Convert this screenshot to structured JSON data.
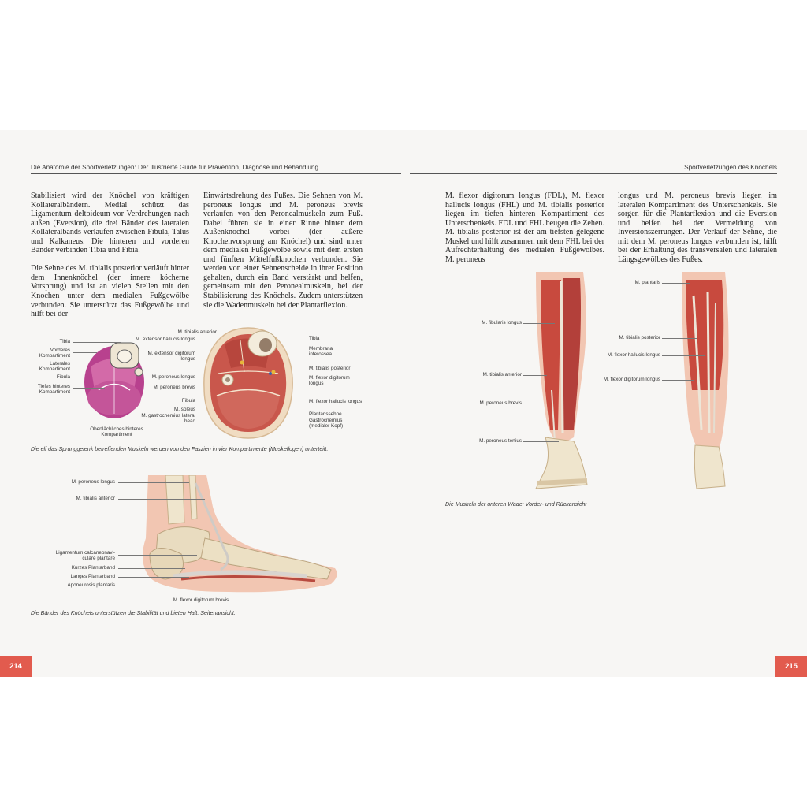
{
  "header": {
    "left": "Die Anatomie der Sportverletzungen: Der illustrierte Guide für Prävention, Diagnose und Behandlung",
    "right": "Sportverletzungen des Knöchels"
  },
  "left_page": {
    "col1": [
      "Stabilisiert wird der Knöchel von kräftigen Kollateralbändern. Medial schützt das Ligamentum deltoideum vor Verdrehungen nach außen (Eversion), die drei Bänder des lateralen Kollateralbands verlaufen zwischen Fibula, Talus und Kalkaneus. Die hinteren und vorderen Bänder verbinden Tibia und Fibia.",
      "Die Sehne des M. tibialis posterior verläuft hinter dem Innenknöchel (der innere köcherne Vorsprung) und ist an vielen Stellen mit den Knochen unter dem medialen Fußgewölbe verbunden. Sie unterstützt das Fußgewölbe und hilft bei der"
    ],
    "col2": [
      "Einwärtsdrehung des Fußes. Die Sehnen von M. peroneus longus und M. peroneus brevis verlaufen von den Peronealmuskeln zum Fuß. Dabei führen sie in einer Rinne hinter dem Außenknöchel vorbei (der äußere Knochenvorsprung am Knöchel) und sind unter dem medialen Fußgewölbe sowie mit dem ersten und fünften Mittelfußknochen verbunden. Sie werden von einer Sehnenscheide in ihrer Position gehalten, durch ein Band verstärkt und helfen, gemeinsam mit den Peronealmuskeln, bei der Stabilisierung des Knöchels. Zudem unterstützen sie die Wadenmuskeln bei der Plantarflexion."
    ],
    "figure1": {
      "compartment_labels": [
        "Tibia",
        "Vorderes Kompartiment",
        "Laterales Kompartiment",
        "Fibula",
        "Tiefes hinteres Kompartiment"
      ],
      "compartment_bottom": "Oberflächliches hinteres Kompartiment",
      "cross_left": [
        "M. tibialis anterior",
        "M. extensor hallucis longus",
        "M. extensor digitorum longus",
        "M. peroneus longus",
        "M. peroneus brevis",
        "Fibula",
        "M. soleus",
        "M. gastrocnemius lateral head"
      ],
      "cross_right": [
        "Tibia",
        "Membrana interossea",
        "M. tibialis posterior",
        "M. flexor digitorum longus",
        "M. flexor hallucis longus",
        "Plantarissehne",
        "Gastrocnemius (medialer Kopf)"
      ],
      "caption": "Die elf das Sprunggelenk betreffenden Muskeln werden von den Faszien in vier Kompartimente (Muskellogen) unterteilt."
    },
    "figure2": {
      "labels": [
        "M. peroneus longus",
        "M. tibialis anterior",
        "Ligamentum calcaneonavi­culare plantare",
        "Kurzes Plantarband",
        "Langes Plantarband",
        "Aponeurosis plantaris",
        "M. flexor digitorum brevis"
      ],
      "caption": "Die Bänder des Knöchels unterstützen die Stabilität und bieten Halt: Seitenansicht."
    },
    "folio": "214"
  },
  "right_page": {
    "col1": [
      "M. flexor digitorum longus (FDL), M. flexor hallucis longus (FHL) und M. tibialis posterior liegen im tiefen hinteren Kompartiment des Unterschenkels. FDL und FHL beugen die Zehen. M. tibialis posterior ist der am tiefsten gelegene Muskel und hilft zusammen mit dem FHL bei der Aufrechterhaltung des medialen Fußgewölbes. M. peroneus"
    ],
    "col2": [
      "longus und M. peroneus brevis liegen im lateralen Kompartiment des Unterschenkels. Sie sorgen für die Plantarflexion und die Eversion und helfen bei der Vermeidung von Inversionszerrungen. Der Verlauf der Sehne, die mit dem M. peroneus longus verbunden ist, hilft bei der Erhaltung des transversalen und lateralen Längsgewölbes des Fußes."
    ],
    "figure3": {
      "front_labels": [
        "M. fibularis longus",
        "M. tibialis anterior",
        "M. peroneus brevis",
        "M. peroneus tertius"
      ],
      "back_labels": [
        "M. plantaris",
        "M. tibialis posterior",
        "M. flexor hallucis longus",
        "M. flexor digitorum longus"
      ],
      "caption": "Die Muskeln der unteren Wade: Vorder- und Rückansicht"
    },
    "folio": "215"
  },
  "colors": {
    "folio": "#e25b4e",
    "muscle": "#c84a3e",
    "bone": "#e8dcc0",
    "skin": "#f3c7b4"
  }
}
